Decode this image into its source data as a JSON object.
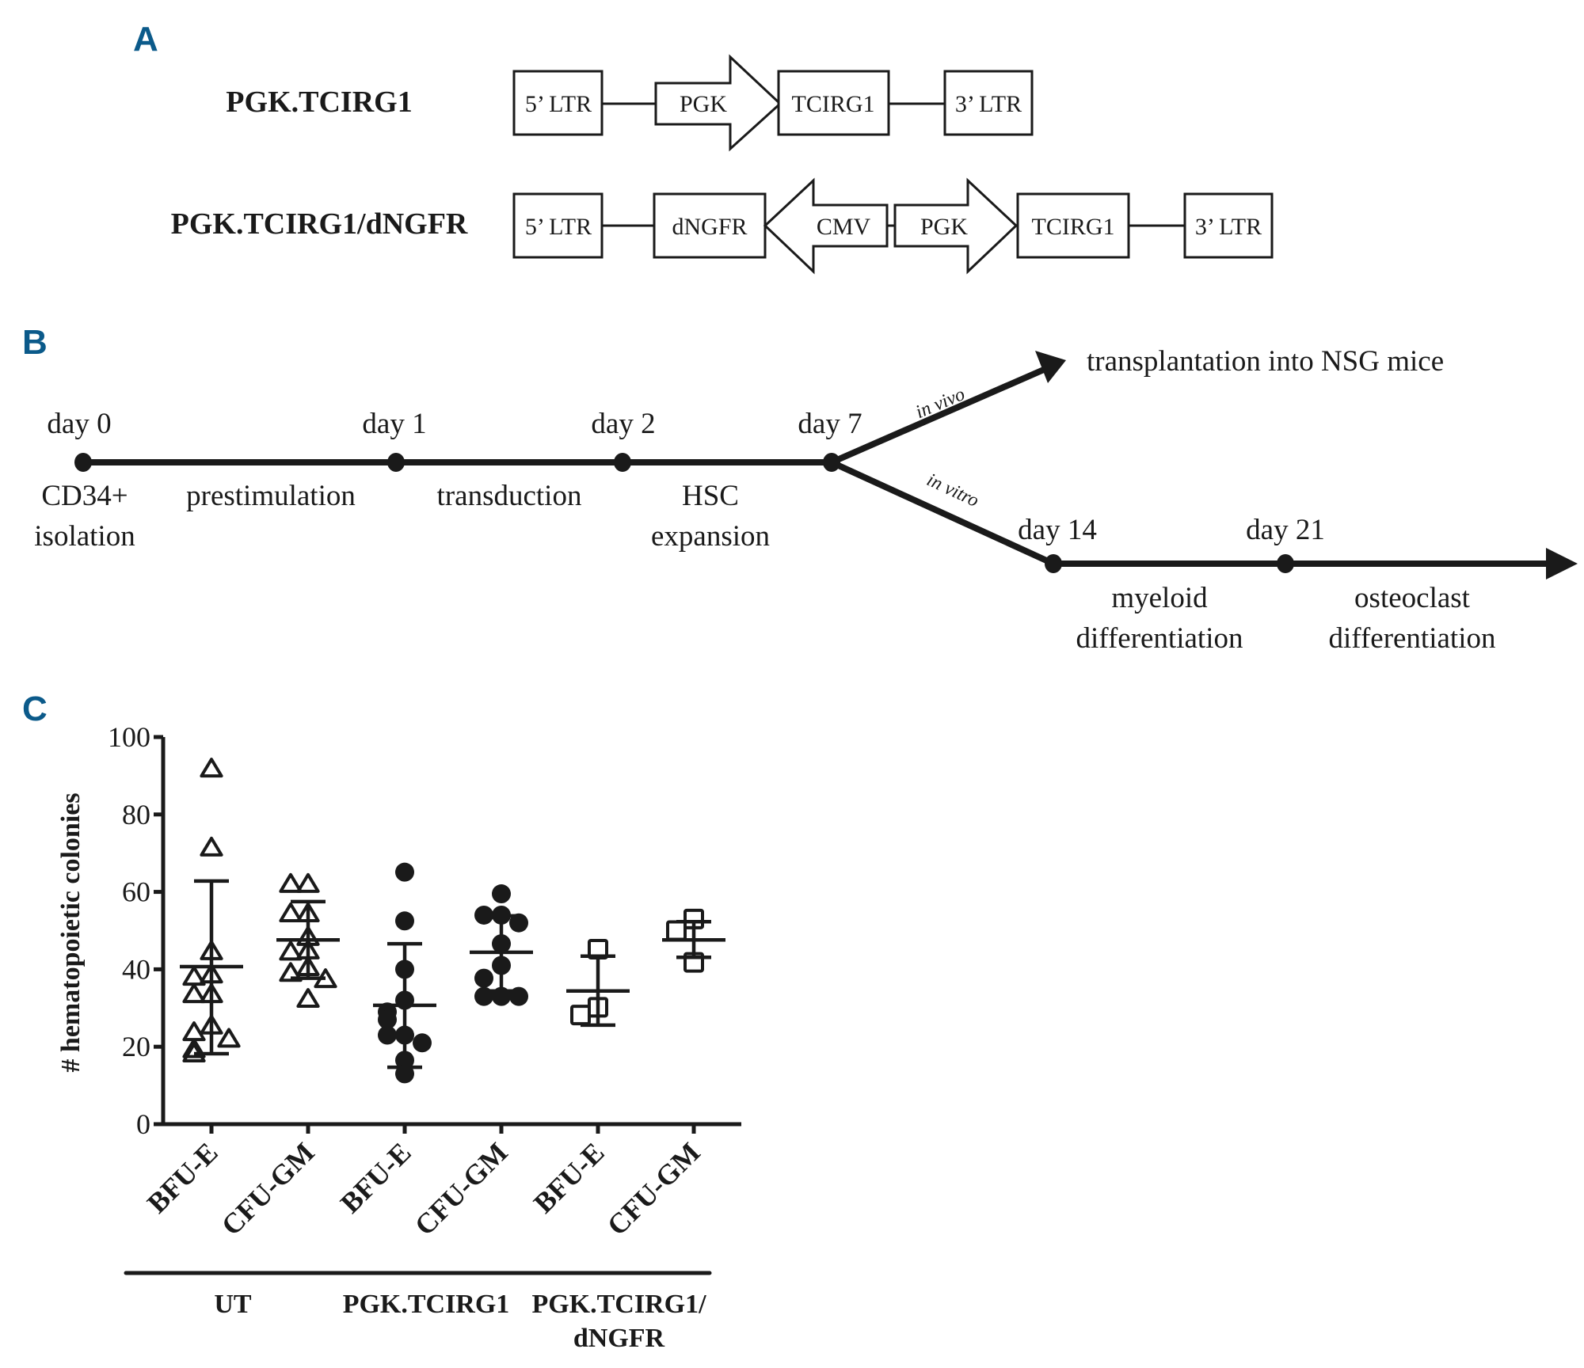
{
  "panels": {
    "a": {
      "letter": "A",
      "constructs": [
        {
          "name": "PGK.TCIRG1",
          "elements": [
            {
              "type": "box",
              "label": "5’ LTR"
            },
            {
              "type": "arrow-right",
              "label": "PGK"
            },
            {
              "type": "box",
              "label": "TCIRG1"
            },
            {
              "type": "box",
              "label": "3’ LTR"
            }
          ]
        },
        {
          "name": "PGK.TCIRG1/dNGFR",
          "elements": [
            {
              "type": "box",
              "label": "5’ LTR"
            },
            {
              "type": "box",
              "label": "dNGFR"
            },
            {
              "type": "arrow-left",
              "label": "CMV"
            },
            {
              "type": "arrow-right",
              "label": "PGK"
            },
            {
              "type": "box",
              "label": "TCIRG1"
            },
            {
              "type": "box",
              "label": "3’ LTR"
            }
          ]
        }
      ]
    },
    "b": {
      "letter": "B",
      "timepoints": [
        "day 0",
        "day 1",
        "day 2",
        "day 7",
        "day 14",
        "day 21"
      ],
      "steps": {
        "isolation": [
          "CD34+",
          "isolation"
        ],
        "prestimulation": "prestimulation",
        "transduction": "transduction",
        "expansion": [
          "HSC",
          "expansion"
        ],
        "myeloid": [
          "myeloid",
          "differentiation"
        ],
        "osteoclast": [
          "osteoclast",
          "differentiation"
        ]
      },
      "branches": {
        "in_vivo": "in vivo",
        "in_vitro": "in vitro",
        "transplant": "transplantation into NSG mice"
      }
    },
    "c": {
      "letter": "C"
    }
  },
  "chart_data": {
    "type": "scatter",
    "title": "",
    "xlabel": "",
    "ylabel": "# hematopoietic colonies",
    "ylim": [
      0,
      100
    ],
    "yticks": [
      0,
      20,
      40,
      60,
      80,
      100
    ],
    "grid": false,
    "categories": [
      "BFU-E",
      "CFU-GM",
      "BFU-E",
      "CFU-GM",
      "BFU-E",
      "CFU-GM"
    ],
    "groups": [
      {
        "name": "UT",
        "categories": [
          0,
          1
        ]
      },
      {
        "name": "PGK.TCIRG1",
        "categories": [
          2,
          3
        ]
      },
      {
        "name": "PGK.TCIRG1/\ndNGFR",
        "label_lines": [
          "PGK.TCIRG1/",
          "dNGFR"
        ],
        "categories": [
          4,
          5
        ]
      }
    ],
    "series": [
      {
        "name": "UT BFU-E",
        "marker": "open-triangle",
        "mean": 40.7,
        "sd_upper": 62.8,
        "sd_lower": 18.2,
        "values": [
          91.8,
          71.4,
          44.6,
          38.6,
          38.0,
          33.5,
          33.5,
          25.4,
          23.7,
          22.0,
          19.3,
          18.2
        ]
      },
      {
        "name": "UT CFU-GM",
        "marker": "open-triangle",
        "mean": 47.6,
        "sd_upper": 57.5,
        "sd_lower": 37.7,
        "values": [
          62.0,
          62.0,
          54.4,
          54.4,
          48.3,
          44.8,
          44.5,
          40.5,
          39.0,
          37.4,
          32.3
        ]
      },
      {
        "name": "PGK.TCIRG1 BFU-E",
        "marker": "filled-circle",
        "mean": 30.7,
        "sd_upper": 46.6,
        "sd_lower": 14.7,
        "values": [
          65.1,
          52.5,
          40.0,
          32.0,
          29.0,
          27.0,
          23.0,
          23.0,
          21.0,
          16.5,
          13.0
        ]
      },
      {
        "name": "PGK.TCIRG1 CFU-GM",
        "marker": "filled-circle",
        "mean": 44.4,
        "sd_upper": 53.8,
        "sd_lower": 34.4,
        "values": [
          59.5,
          54.0,
          54.0,
          52.0,
          46.6,
          41.0,
          37.7,
          33.0,
          33.0,
          33.0
        ]
      },
      {
        "name": "PGK.TCIRG1/dNGFR BFU-E",
        "marker": "open-square",
        "mean": 34.4,
        "sd_upper": 43.4,
        "sd_lower": 25.6,
        "values": [
          45.2,
          30.2,
          28.2
        ]
      },
      {
        "name": "PGK.TCIRG1/dNGFR CFU-GM",
        "marker": "open-square",
        "mean": 47.6,
        "sd_upper": 52.3,
        "sd_lower": 43.1,
        "values": [
          53.0,
          50.0,
          41.8
        ]
      }
    ]
  }
}
